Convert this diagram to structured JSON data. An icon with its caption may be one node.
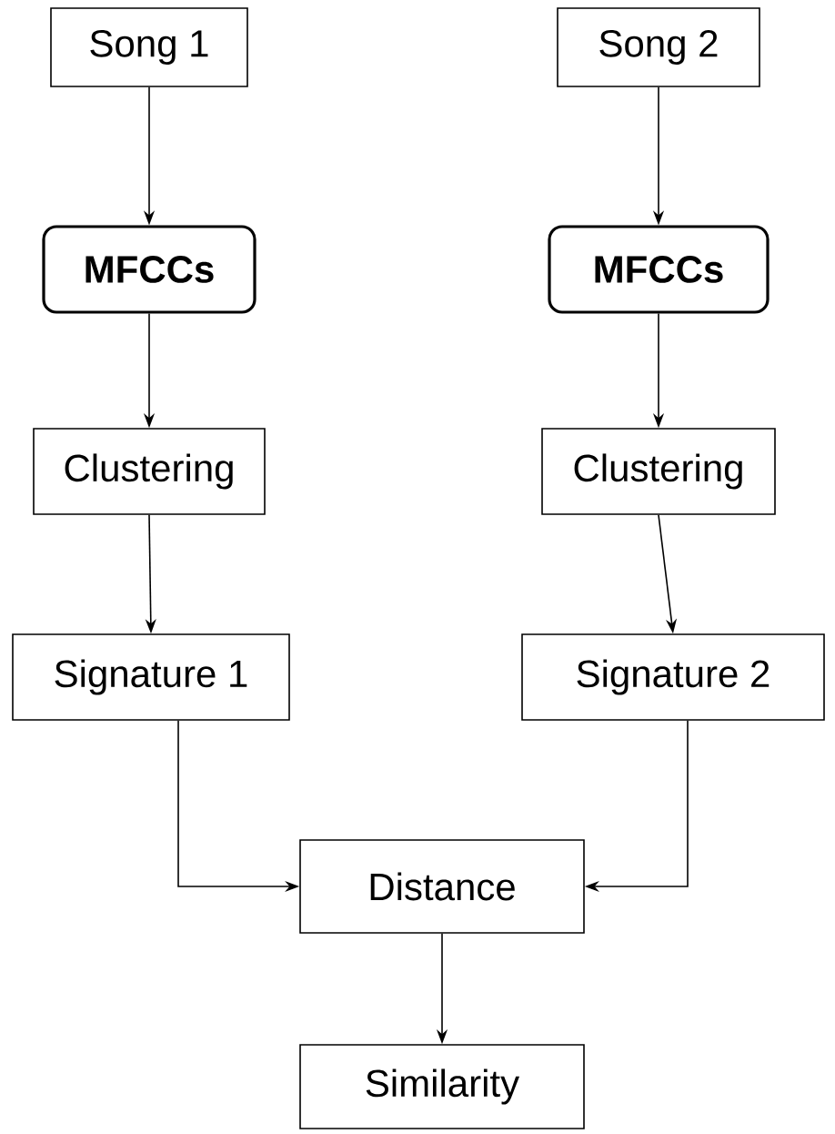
{
  "diagram": {
    "nodes": [
      {
        "text": [
          "Song 1"
        ]
      },
      {
        "text": [
          "MFCCs"
        ]
      },
      {
        "text": [
          "Clustering"
        ]
      },
      {
        "text": [
          "Signature 1"
        ]
      },
      {
        "text": [
          "Song 2"
        ]
      },
      {
        "text": [
          "MFCCs"
        ]
      },
      {
        "text": [
          "Clustering"
        ]
      },
      {
        "text": [
          "Signature 2"
        ]
      },
      {
        "text": [
          "Distance"
        ]
      },
      {
        "text": [
          "Similarity"
        ]
      }
    ],
    "edges": [
      {
        "from": 0,
        "to": 1,
        "arrow": "to"
      },
      {
        "from": 1,
        "to": 2,
        "arrow": "to"
      },
      {
        "from": 2,
        "to": 3,
        "arrow": "to"
      },
      {
        "from": 4,
        "to": 5,
        "arrow": "to"
      },
      {
        "from": 5,
        "to": 6,
        "arrow": "to"
      },
      {
        "from": 6,
        "to": 7,
        "arrow": "to"
      },
      {
        "from": 3,
        "to": 8,
        "arrow": "to"
      },
      {
        "from": 7,
        "to": 8,
        "arrow": "to"
      },
      {
        "from": 8,
        "to": 9,
        "arrow": "to"
      }
    ]
  }
}
